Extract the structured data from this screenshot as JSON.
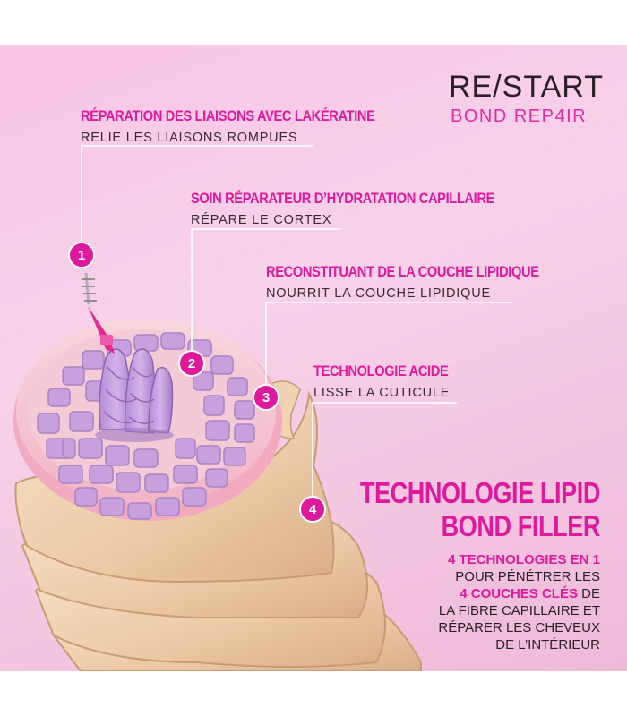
{
  "brand": {
    "name": "RE/START",
    "subtitle": "BOND REP4IR"
  },
  "labels": [
    {
      "title": "RÉPARATION DES LIAISONS AVEC LAKÉRATINE",
      "subtitle": "RELIE LES LIAISONS ROMPUES",
      "number": "1"
    },
    {
      "title": "SOIN RÉPARATEUR D’HYDRATATION CAPILLAIRE",
      "subtitle": "RÉPARE LE CORTEX",
      "number": "2"
    },
    {
      "title": "RECONSTITUANT DE LA COUCHE LIPIDIQUE",
      "subtitle": "NOURRIT LA COUCHE LIPIDIQUE",
      "number": "3"
    },
    {
      "title": "TECHNOLOGIE ACIDE",
      "subtitle": "LISSE LA CUTICULE",
      "number": "4"
    }
  ],
  "headline": {
    "line1": "TECHNOLOGIE LIPID",
    "line2": "BOND FILLER"
  },
  "description": {
    "hl1": "4 TECHNOLOGIES EN 1",
    "line2": "POUR PÉNÉTRER LES",
    "hl2": "4 COUCHES CLÉS",
    "line3_rest": " DE",
    "line4": "LA FIBRE CAPILLAIRE ET",
    "line5": "RÉPARER LES CHEVEUX",
    "line6": "DE L’INTÉRIEUR"
  },
  "colors": {
    "accent": "#e0189b",
    "text": "#2a1f24",
    "background": "#f7d2e9",
    "cell": "#c9a0dc",
    "fiber": "#f0d4b4"
  }
}
